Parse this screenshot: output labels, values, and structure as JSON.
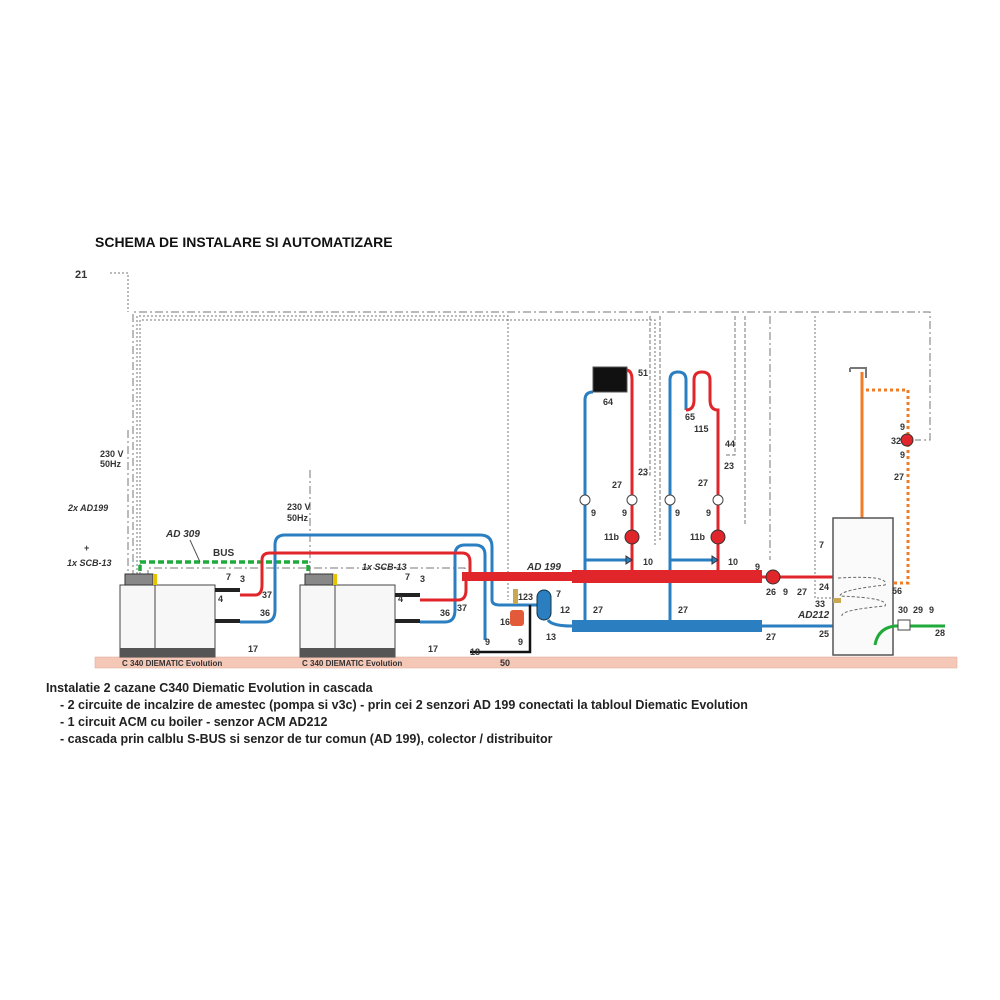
{
  "title": "SCHEMA DE INSTALARE SI AUTOMATIZARE",
  "notes": {
    "heading": "Instalatie 2 cazane C340 Diematic Evolution in cascada",
    "lines": [
      "- 2 circuite de incalzire de amestec (pompa si v3c) - prin cei 2 senzori AD 199 conectati la tabloul Diematic Evolution",
      "- 1 circuit ACM cu boiler - senzor ACM AD212",
      "- cascada prin calblu S-BUS si senzor de tur comun (AD 199), colector / distribuitor"
    ]
  },
  "labels": {
    "boiler_name": "C 340 DIEMATIC Evolution",
    "power": "230 V",
    "freq": "50Hz",
    "sensors_kit": "2x AD199",
    "plus": "+",
    "scb1": "1x SCB-13",
    "scb2": "1x SCB-13",
    "ad309": "AD 309",
    "bus": "BUS",
    "ad199": "AD 199",
    "ad212": "AD212",
    "n21": "21",
    "n7": "7",
    "n3": "3",
    "n4": "4",
    "n37": "37",
    "n36": "36",
    "n17": "17",
    "n9": "9",
    "n18": "18",
    "n50": "50",
    "n123": "123",
    "n16": "16",
    "n12": "12",
    "n13": "13",
    "n27": "27",
    "n64": "64",
    "n51": "51",
    "n23": "23",
    "n11b": "11b",
    "n10": "10",
    "n65": "65",
    "n115": "115",
    "n44": "44",
    "n26": "26",
    "n24": "24",
    "n25": "25",
    "n33": "33",
    "n56": "56",
    "n32": "32",
    "n30": "30",
    "n29": "29",
    "n28": "28"
  },
  "colors": {
    "supply": "#e0262b",
    "return": "#2b7fc1",
    "dhw": "#f07c28",
    "bus": "#1faa3a",
    "floor": "#f5c7b6"
  }
}
